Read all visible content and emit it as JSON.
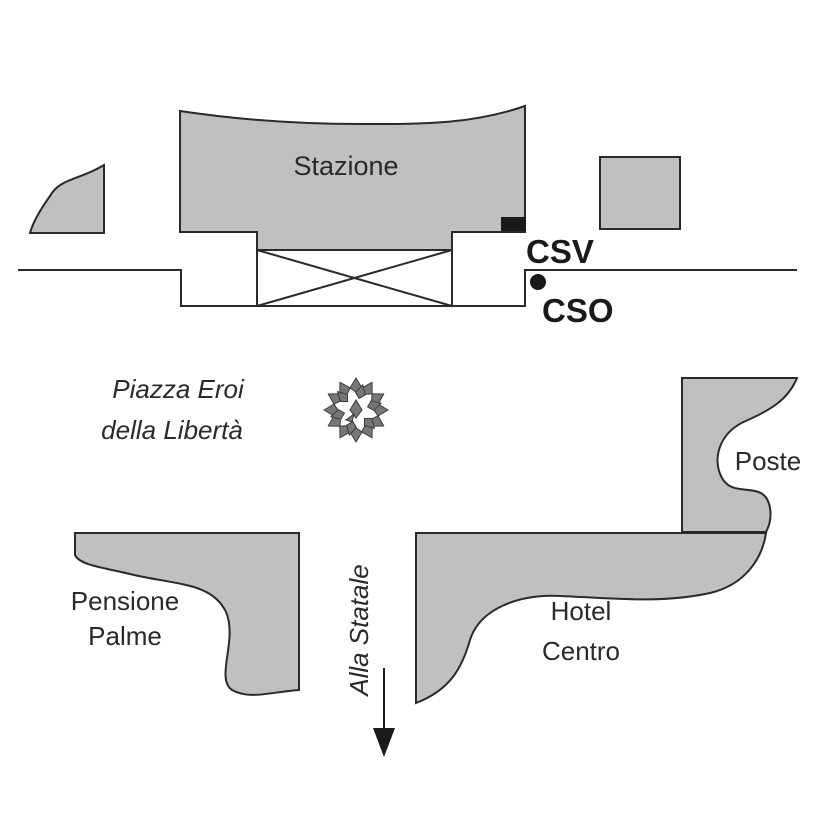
{
  "labels": {
    "stazione": "Stazione",
    "csv": "CSV",
    "cso": "CSO",
    "piazza_line1": "Piazza Eroi",
    "piazza_line2": "della Libertà",
    "poste": "Poste",
    "pensione_line1": "Pensione",
    "pensione_line2": "Palme",
    "hotel_line1": "Hotel",
    "hotel_line2": "Centro",
    "road": "Alla Statale"
  },
  "colors": {
    "block_fill": "#c0c0c0",
    "stroke": "#2a2a2a",
    "background": "#ffffff"
  },
  "icons": {
    "csv_marker": "bus-stop-square",
    "cso_marker": "bus-stop-dot",
    "monument": "wreath-icon",
    "road_direction": "arrow-down-icon"
  }
}
